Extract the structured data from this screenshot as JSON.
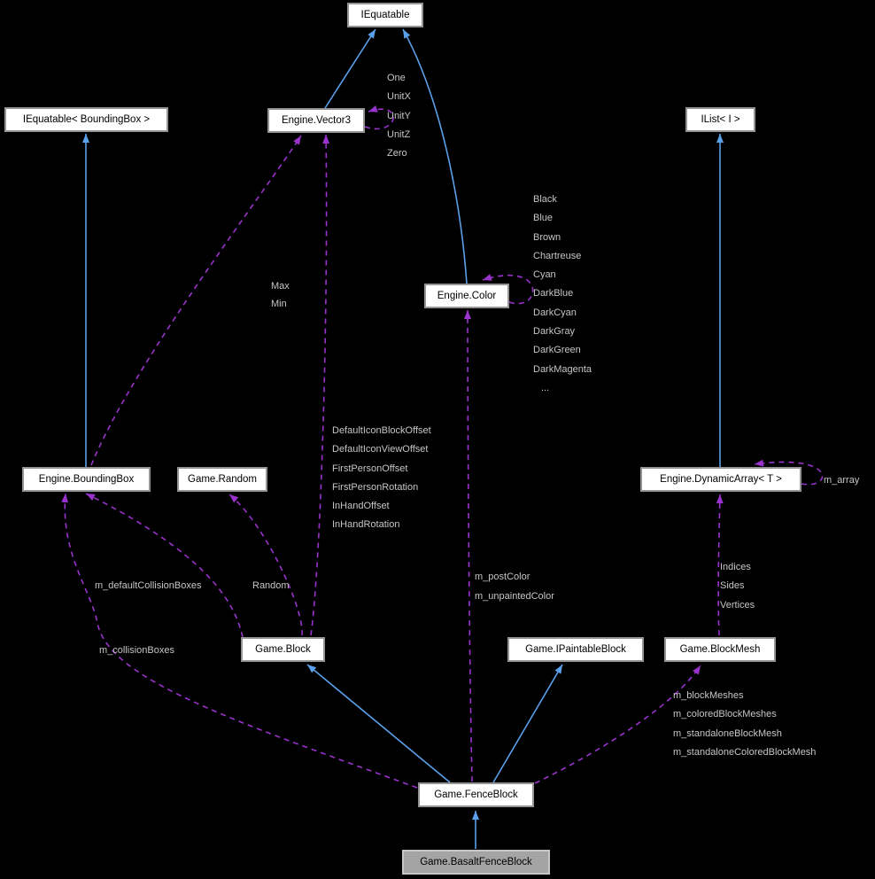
{
  "diagram_type": "class-collaboration-diagram",
  "colors": {
    "background": "#000000",
    "inheritance_edge": "#5aa0eb",
    "usage_edge": "#9a32cd",
    "node_fill": "#ffffff",
    "node_border": "#949494",
    "highlight_node_fill": "#a4a4a4",
    "highlight_node_border": "#c6c6c6",
    "member_label_text": "#c6c6c6",
    "node_text": "#000000"
  },
  "nodes": {
    "iequatable": {
      "label": "IEquatable"
    },
    "iequatable_boundingbox": {
      "label": "IEquatable< BoundingBox >"
    },
    "engine_vector3": {
      "label": "Engine.Vector3"
    },
    "engine_color": {
      "label": "Engine.Color"
    },
    "ilist": {
      "label": "IList< I >"
    },
    "engine_boundingbox": {
      "label": "Engine.BoundingBox"
    },
    "game_random": {
      "label": "Game.Random"
    },
    "engine_dynamicarray": {
      "label": "Engine.DynamicArray< T >"
    },
    "game_block": {
      "label": "Game.Block"
    },
    "game_ipaintableblock": {
      "label": "Game.IPaintableBlock"
    },
    "game_blockmesh": {
      "label": "Game.BlockMesh"
    },
    "game_fenceblock": {
      "label": "Game.FenceBlock"
    },
    "game_basaltfenceblock": {
      "label": "Game.BasaltFenceBlock"
    }
  },
  "edge_labels": {
    "vector3_self": [
      "One",
      "UnitX",
      "UnitY",
      "UnitZ",
      "Zero"
    ],
    "color_self": [
      "Black",
      "Blue",
      "Brown",
      "Chartreuse",
      "Cyan",
      "DarkBlue",
      "DarkCyan",
      "DarkGray",
      "DarkGreen",
      "DarkMagenta",
      "..."
    ],
    "dynamicarray_self": "m_array",
    "boundingbox_to_vector3": [
      "Max",
      "Min"
    ],
    "block_to_vector3": [
      "DefaultIconBlockOffset",
      "DefaultIconViewOffset",
      "FirstPersonOffset",
      "FirstPersonRotation",
      "InHandOffset",
      "InHandRotation"
    ],
    "block_to_random": "Random",
    "block_to_boundingbox": "m_defaultCollisionBoxes",
    "fenceblock_to_boundingbox": "m_collisionBoxes",
    "fenceblock_to_color": [
      "m_postColor",
      "m_unpaintedColor"
    ],
    "blockmesh_to_dynamicarray": [
      "Indices",
      "Sides",
      "Vertices"
    ],
    "fenceblock_to_blockmesh": [
      "m_blockMeshes",
      "m_coloredBlockMeshes",
      "m_standaloneBlockMesh",
      "m_standaloneColoredBlockMesh"
    ]
  }
}
